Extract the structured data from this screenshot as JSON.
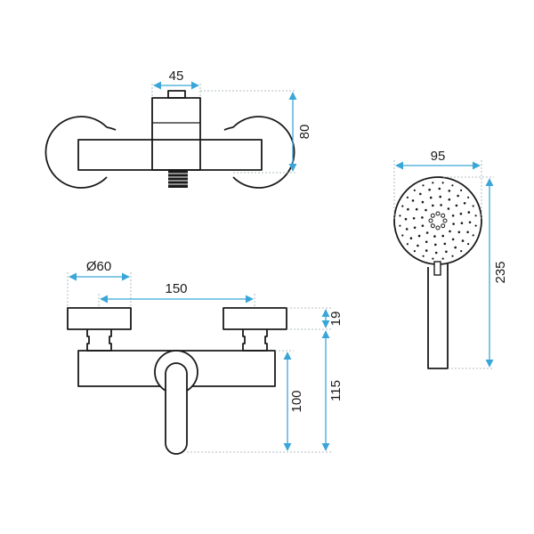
{
  "dimensions": {
    "top_width": "45",
    "top_height": "80",
    "diameter": "Ø60",
    "center_distance": "150",
    "cap_height": "19",
    "body_height": "100",
    "total_height": "115",
    "head_width": "95",
    "shower_length": "235"
  },
  "colors": {
    "dimension": "#3aa6d8",
    "outline": "#1a1a1a",
    "extension": "#9aa8b0"
  }
}
